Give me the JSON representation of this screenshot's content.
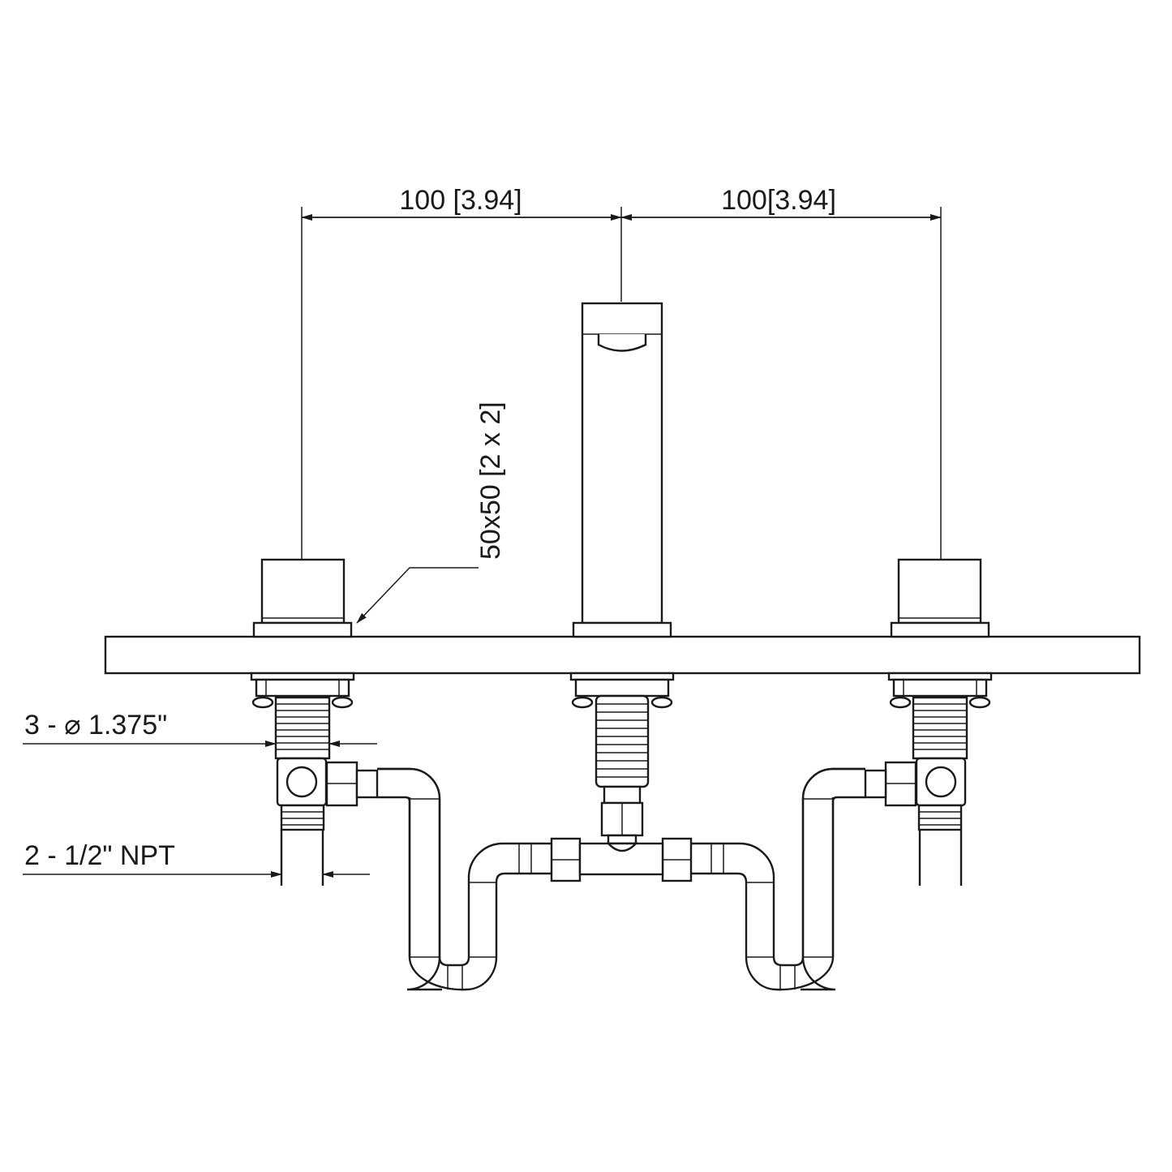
{
  "dimensions": {
    "left_spacing": "100 [3.94]",
    "right_spacing": "100[3.94]",
    "handle_size": "50x50 [2 x 2]",
    "hole_diameter": "3 -  ⌀ 1.375\"",
    "inlet_thread": "2 - 1/2\" NPT"
  },
  "colors": {
    "line": "#1a1a1a",
    "background": "#ffffff"
  }
}
